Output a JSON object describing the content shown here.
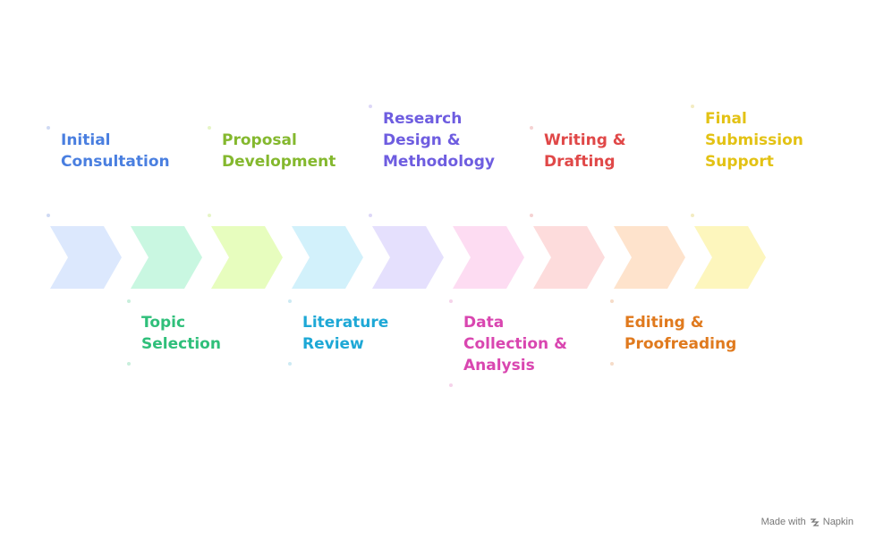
{
  "steps": [
    {
      "lines": [
        "Initial",
        "Consultation"
      ],
      "text_color": "#4a7fe0",
      "fill": "#dce8fd",
      "dot": "#cfd9f3",
      "position": "top"
    },
    {
      "lines": [
        "Topic",
        "Selection"
      ],
      "text_color": "#2fbf7a",
      "fill": "#c9f7e1",
      "dot": "#c8efdc",
      "position": "bottom"
    },
    {
      "lines": [
        "Proposal",
        "Development"
      ],
      "text_color": "#84b82e",
      "fill": "#e7fdbe",
      "dot": "#e6f5c6",
      "position": "top"
    },
    {
      "lines": [
        "Literature",
        "Review"
      ],
      "text_color": "#1ea8d6",
      "fill": "#d2f1fb",
      "dot": "#cdeaf3",
      "position": "bottom"
    },
    {
      "lines": [
        "Research",
        "Design &",
        "Methodology"
      ],
      "text_color": "#6e5de0",
      "fill": "#e5e0fd",
      "dot": "#ddd7f7",
      "position": "top"
    },
    {
      "lines": [
        "Data",
        "Collection &",
        "Analysis"
      ],
      "text_color": "#d946b0",
      "fill": "#fddcf2",
      "dot": "#f5d3ea",
      "position": "bottom"
    },
    {
      "lines": [
        "Writing &",
        "Drafting"
      ],
      "text_color": "#e04848",
      "fill": "#fddcdc",
      "dot": "#f5d2d2",
      "position": "top"
    },
    {
      "lines": [
        "Editing &",
        "Proofreading"
      ],
      "text_color": "#e07a1e",
      "fill": "#fee3cc",
      "dot": "#f6dcc8",
      "position": "bottom"
    },
    {
      "lines": [
        "Final",
        "Submission",
        "Support"
      ],
      "text_color": "#e3c214",
      "fill": "#fdf6bd",
      "dot": "#f3ecc2",
      "position": "top"
    }
  ],
  "footer": {
    "made_with": "Made with",
    "brand": "Napkin",
    "logo_icon": "napkin-logo-icon"
  }
}
